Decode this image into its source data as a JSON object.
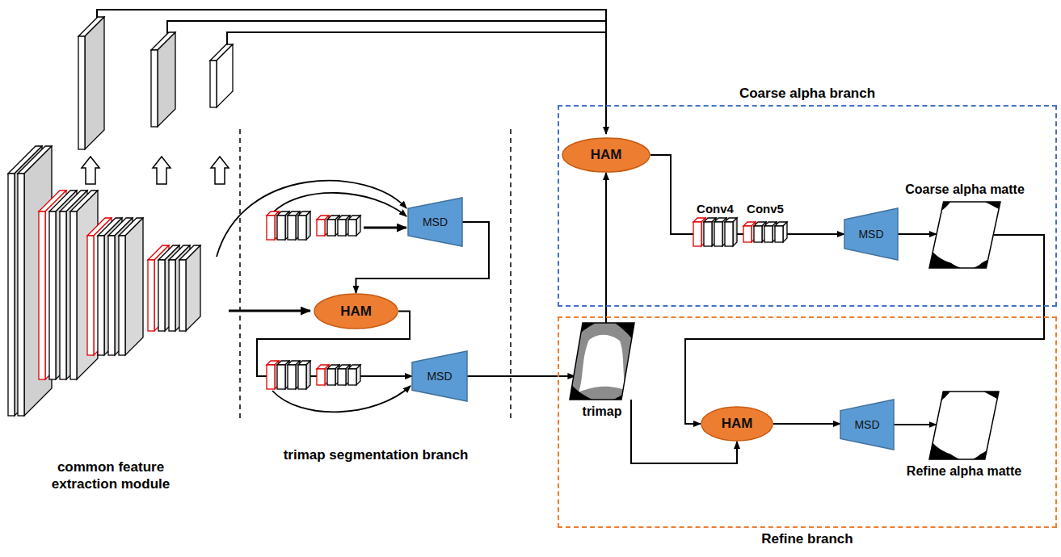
{
  "diagram": {
    "nodes": [
      {
        "text": [
          "HAM"
        ]
      },
      {
        "text": [
          "MSD"
        ]
      },
      {
        "text": [
          "MSD"
        ]
      },
      {
        "text": [
          "Coarse alpha branch"
        ]
      },
      {
        "text": [
          "HAM"
        ],
        "in": 3
      },
      {
        "text": [
          "MSD"
        ],
        "in": 3
      },
      {
        "text": [
          "Coarse alpha matte"
        ],
        "in": 3
      },
      {
        "text": [
          "Refine branch"
        ]
      },
      {
        "text": [
          "trimap"
        ],
        "in": 7
      },
      {
        "text": [
          "HAM"
        ],
        "in": 7
      },
      {
        "text": [
          "MSD"
        ],
        "in": 7
      },
      {
        "text": [
          "Refine alpha matte"
        ],
        "in": 7
      }
    ],
    "edges": [
      {
        "from": 1,
        "to": 0,
        "arrow": "to"
      },
      {
        "from": 0,
        "to": 2,
        "arrow": "to"
      },
      {
        "from": 2,
        "to": 8,
        "arrow": "to"
      },
      {
        "from": 8,
        "to": 4,
        "arrow": "to"
      },
      {
        "from": 4,
        "to": 5,
        "arrow": "to"
      },
      {
        "from": 5,
        "to": 6,
        "arrow": "to"
      },
      {
        "from": 6,
        "to": 9,
        "arrow": "to"
      },
      {
        "from": 8,
        "to": 9,
        "arrow": "to"
      },
      {
        "from": 9,
        "to": 10,
        "arrow": "to"
      },
      {
        "from": 10,
        "to": 11,
        "arrow": "to"
      }
    ],
    "labels": [
      "Conv4",
      "Conv5",
      "common feature extraction module",
      "trimap segmentation branch"
    ]
  }
}
